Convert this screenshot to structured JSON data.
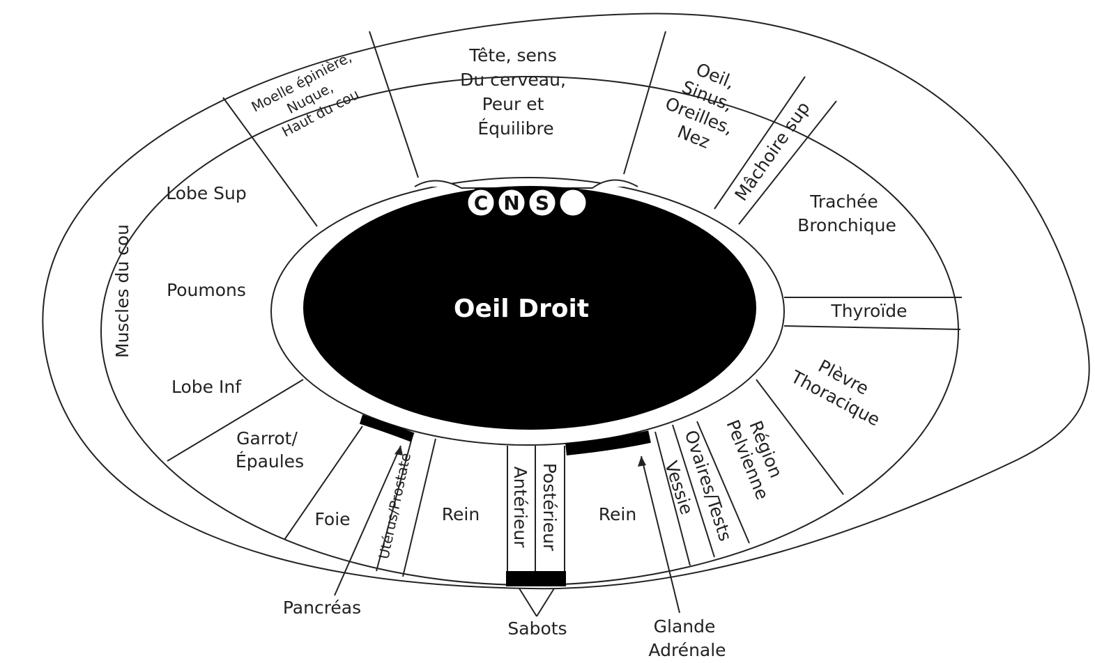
{
  "title": "Oeil Droit",
  "colors": {
    "ink": "#222222",
    "pupil": "#000000",
    "paper": "#ffffff"
  },
  "cns_letters": [
    "C",
    "N",
    "S"
  ],
  "zones": {
    "tete": [
      "Tête, sens",
      "Du cerveau,",
      "Peur et",
      "Équilibre"
    ],
    "moelle": [
      "Moelle épinière,",
      "Nuque,",
      "Haut du cou"
    ],
    "oeil": [
      "Oeil,",
      "Sinus,",
      "Oreilles,",
      "Nez"
    ],
    "machoire": "Mâchoire sup",
    "trachee": [
      "Trachée",
      "Bronchique"
    ],
    "thyroide": "Thyroïde",
    "plevre": [
      "Plèvre",
      "Thoracique"
    ],
    "region": [
      "Région",
      "Pelvienne"
    ],
    "ovaires": "Ovaires/Tests",
    "vessie": "Vessie",
    "rein_droit": "Rein",
    "posterieur": "Postérieur",
    "anterieur": "Antérieur",
    "rein_gauche": "Rein",
    "uterus": "Utérus/Prostate",
    "foie": "Foie",
    "garrot": [
      "Garrot/",
      "Épaules"
    ],
    "lobe_inf": "Lobe Inf",
    "poumons": "Poumons",
    "lobe_sup": "Lobe Sup",
    "muscles": "Muscles du cou"
  },
  "callouts": {
    "pancreas": "Pancréas",
    "sabots": "Sabots",
    "glande": [
      "Glande",
      "Adrénale"
    ]
  }
}
